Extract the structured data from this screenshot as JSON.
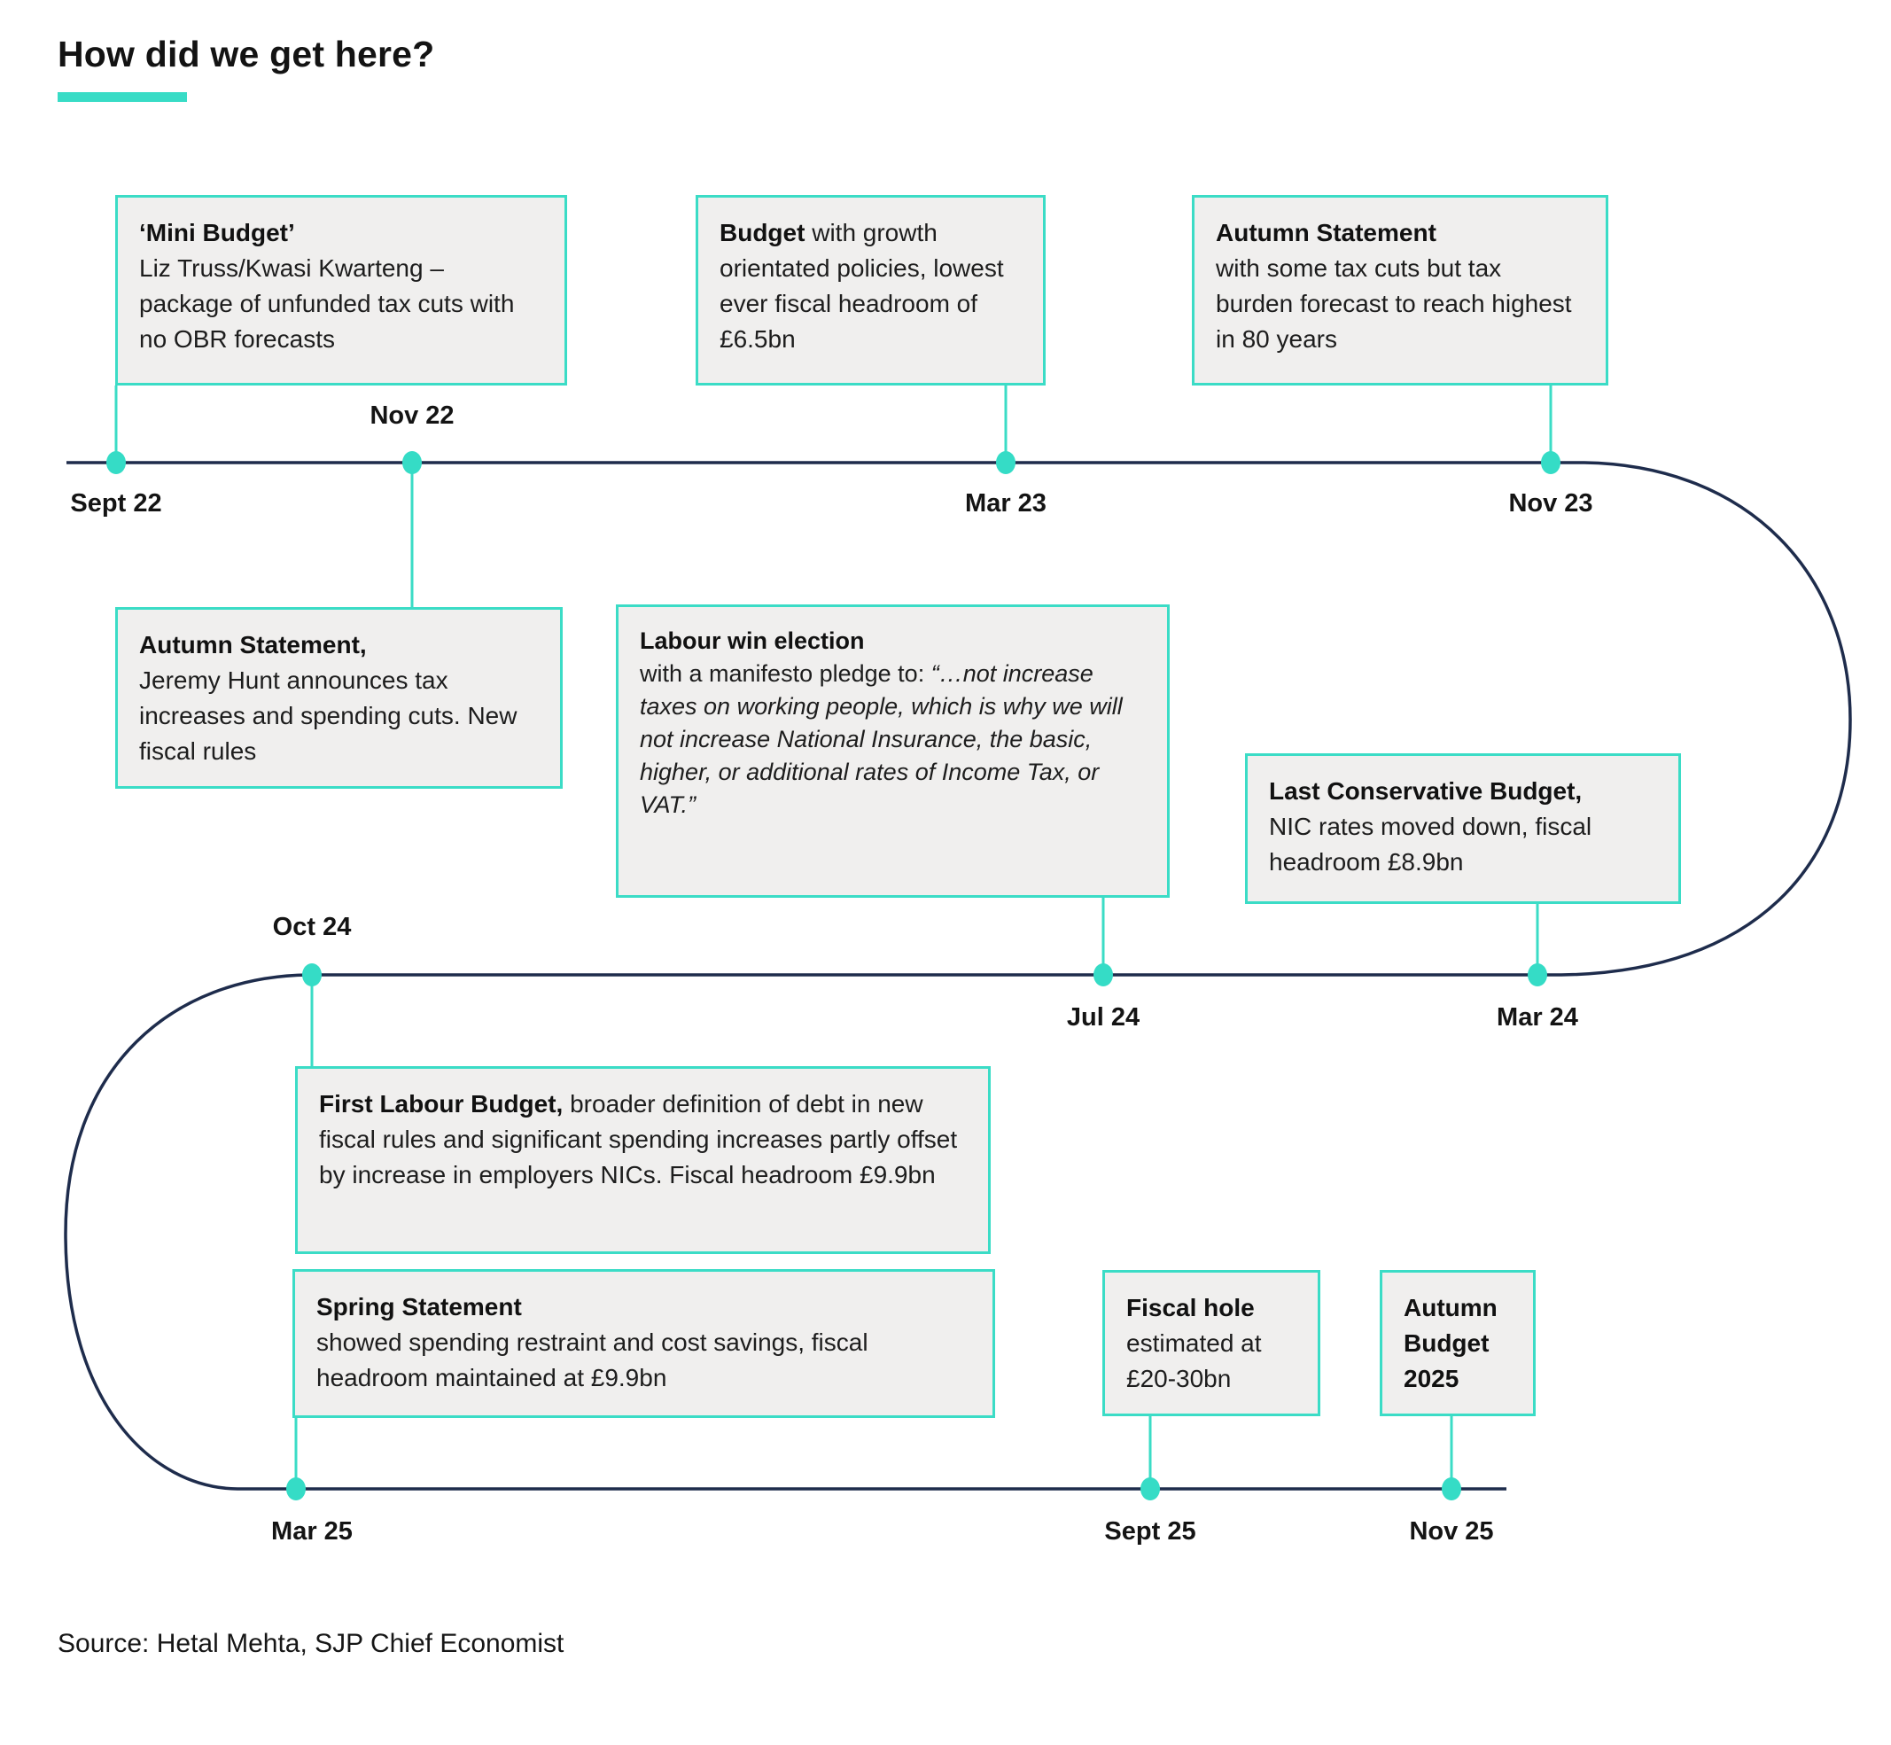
{
  "title": "How did we get here?",
  "source": "Source: Hetal Mehta, SJP Chief Economist",
  "colors": {
    "accent_teal": "#3bdcc6",
    "timeline_navy": "#1e2c4c",
    "box_fill": "#f0efee"
  },
  "dates": {
    "sept22": "Sept 22",
    "nov22": "Nov 22",
    "mar23": "Mar 23",
    "nov23": "Nov 23",
    "mar24": "Mar 24",
    "jul24": "Jul 24",
    "oct24": "Oct 24",
    "mar25": "Mar 25",
    "sept25": "Sept 25",
    "nov25": "Nov 25"
  },
  "events": {
    "mini_budget": {
      "date": "Sept 22",
      "title": "‘Mini Budget’",
      "body": "Liz Truss/Kwasi Kwarteng – package of unfunded tax cuts with no OBR forecasts"
    },
    "budget_mar23": {
      "date": "Mar 23",
      "title": "Budget",
      "body": " with growth orientated policies, lowest ever fiscal headroom of £6.5bn"
    },
    "autumn_statement_nov23": {
      "date": "Nov 23",
      "title": "Autumn Statement",
      "body": "with some tax cuts but tax burden forecast to reach highest in 80 years"
    },
    "autumn_statement_nov22": {
      "date": "Nov 22",
      "title": "Autumn Statement,",
      "body": "Jeremy Hunt announces tax increases and spending cuts. New fiscal rules"
    },
    "labour_win": {
      "date": "Jul 24",
      "title": "Labour win election",
      "body": "with a manifesto pledge to: ",
      "quote": "“…not increase taxes on working people, which is why we will not increase National Insurance, the basic, higher, or additional rates of Income Tax, or VAT.”"
    },
    "last_conservative_budget": {
      "date": "Mar 24",
      "title": "Last Conservative Budget,",
      "body": "NIC rates moved down, fiscal headroom £8.9bn"
    },
    "first_labour_budget": {
      "date": "Oct 24",
      "title": "First Labour Budget,",
      "body": " broader definition of debt in new fiscal rules and significant spending increases partly offset by increase in employers NICs. Fiscal headroom £9.9bn"
    },
    "spring_statement": {
      "date": "Mar 25",
      "title": "Spring Statement",
      "body": "showed spending restraint and cost savings, fiscal headroom maintained at £9.9bn"
    },
    "fiscal_hole": {
      "date": "Sept 25",
      "title": "Fiscal hole",
      "body": "estimated at £20-30bn"
    },
    "autumn_budget_2025": {
      "date": "Nov 25",
      "title": "Autumn Budget 2025"
    }
  }
}
